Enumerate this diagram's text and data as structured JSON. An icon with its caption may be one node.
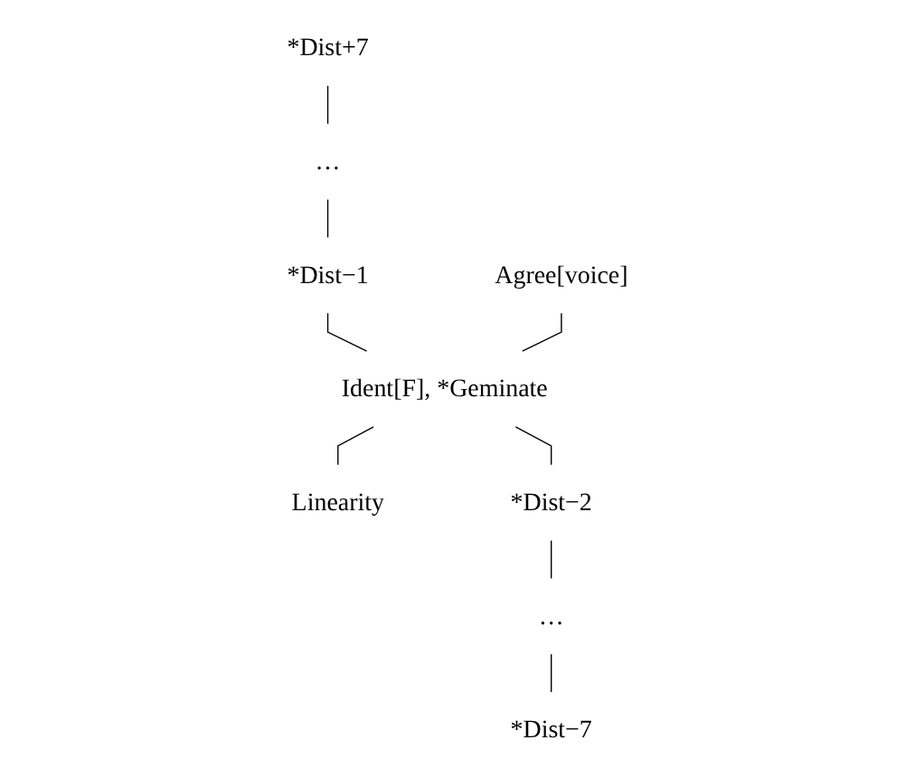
{
  "diagram": {
    "nodes": [
      {
        "text": [
          "*Dist+7"
        ]
      },
      {
        "text": [
          "…"
        ]
      },
      {
        "text": [
          "*Dist−1"
        ]
      },
      {
        "text": [
          "Agree[voice]"
        ]
      },
      {
        "text": [
          "Ident[F], *Geminate"
        ]
      },
      {
        "text": [
          "Linearity"
        ]
      },
      {
        "text": [
          "*Dist−2"
        ]
      },
      {
        "text": [
          "…"
        ]
      },
      {
        "text": [
          "*Dist−7"
        ]
      }
    ],
    "edges": [
      {
        "from": 0,
        "to": 1,
        "arrow": "none"
      },
      {
        "from": 1,
        "to": 2,
        "arrow": "none"
      },
      {
        "from": 2,
        "to": 4,
        "arrow": "none"
      },
      {
        "from": 3,
        "to": 4,
        "arrow": "none"
      },
      {
        "from": 4,
        "to": 5,
        "arrow": "none"
      },
      {
        "from": 4,
        "to": 6,
        "arrow": "none"
      },
      {
        "from": 6,
        "to": 7,
        "arrow": "none"
      },
      {
        "from": 7,
        "to": 8,
        "arrow": "none"
      }
    ]
  }
}
